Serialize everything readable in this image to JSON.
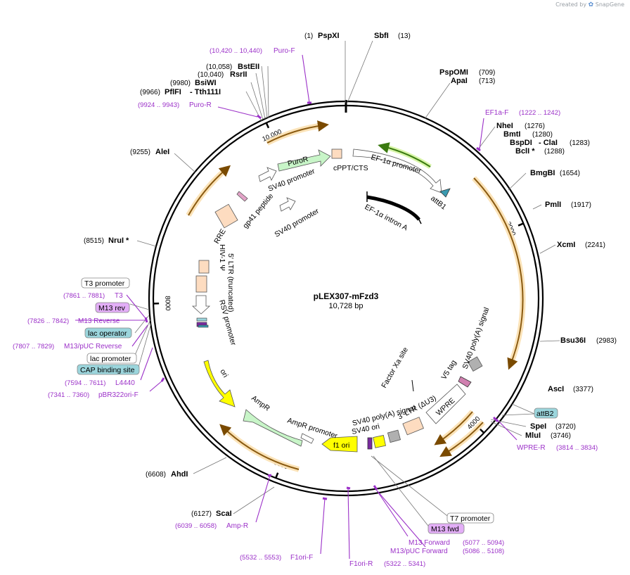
{
  "brand": {
    "created_by": "Created by",
    "name": "SnapGene"
  },
  "plasmid": {
    "name": "pLEX307-mFzd3",
    "size_label": "10,728 bp",
    "length": 10728
  },
  "ticks": [
    {
      "bp": 2000,
      "label": "2000"
    },
    {
      "bp": 4000,
      "label": "4000"
    },
    {
      "bp": 6000,
      "label": "6000"
    },
    {
      "bp": 8000,
      "label": "8000"
    },
    {
      "bp": 10000,
      "label": "10,000"
    }
  ],
  "sites": [
    {
      "id": "pspxi",
      "name": "PspXI",
      "pos": "(1)"
    },
    {
      "id": "sbfi",
      "name": "SbfI",
      "pos": "(13)"
    },
    {
      "id": "pspomi",
      "name": "PspOMI",
      "pos": "(709)"
    },
    {
      "id": "apai",
      "name": "ApaI",
      "pos": "(713)"
    },
    {
      "id": "nhei",
      "name": "NheI",
      "pos": "(1276)"
    },
    {
      "id": "bmti",
      "name": "BmtI",
      "pos": "(1280)"
    },
    {
      "id": "bspdi",
      "name": "BspDI",
      "pos": "(1283)"
    },
    {
      "id": "clai",
      "name": "- ClaI",
      "pos": ""
    },
    {
      "id": "bcli",
      "name": "BclI *",
      "pos": "(1288)"
    },
    {
      "id": "bmgbi",
      "name": "BmgBI",
      "pos": "(1654)"
    },
    {
      "id": "pmli",
      "name": "PmlI",
      "pos": "(1917)"
    },
    {
      "id": "xcmi",
      "name": "XcmI",
      "pos": "(2241)"
    },
    {
      "id": "bsu36i",
      "name": "Bsu36I",
      "pos": "(2983)"
    },
    {
      "id": "asci",
      "name": "AscI",
      "pos": "(3377)"
    },
    {
      "id": "spei",
      "name": "SpeI",
      "pos": "(3720)"
    },
    {
      "id": "mlui",
      "name": "MluI",
      "pos": "(3746)"
    },
    {
      "id": "scai",
      "name": "ScaI",
      "pos": "(6127)"
    },
    {
      "id": "ahdi",
      "name": "AhdI",
      "pos": "(6608)"
    },
    {
      "id": "nrui",
      "name": "NruI *",
      "pos": "(8515)"
    },
    {
      "id": "alei",
      "name": "AleI",
      "pos": "(9255)"
    },
    {
      "id": "pflfi",
      "name": "PflFI",
      "pos": "(9966)"
    },
    {
      "id": "tth111i",
      "name": "- Tth111I",
      "pos": ""
    },
    {
      "id": "bsiwi",
      "name": "BsiWI",
      "pos": "(9980)"
    },
    {
      "id": "rsrii",
      "name": "RsrII",
      "pos": "(10,040)"
    },
    {
      "id": "bsteii",
      "name": "BstEII",
      "pos": "(10,058)"
    }
  ],
  "primers": [
    {
      "id": "puro-f",
      "name": "Puro-F",
      "range": "(10,420 .. 10,440)"
    },
    {
      "id": "puro-r",
      "name": "Puro-R",
      "range": "(9924 .. 9943)"
    },
    {
      "id": "ef1a-f",
      "name": "EF1a-F",
      "range": "(1222 .. 1242)"
    },
    {
      "id": "wpre-r",
      "name": "WPRE-R",
      "range": "(3814 .. 3834)"
    },
    {
      "id": "m13-forward",
      "name": "M13 Forward",
      "range": "(5077 .. 5094)"
    },
    {
      "id": "m13-puc-forward",
      "name": "M13/pUC Forward",
      "range": "(5086 .. 5108)"
    },
    {
      "id": "f1ori-r",
      "name": "F1ori-R",
      "range": "(5322 .. 5341)"
    },
    {
      "id": "f1ori-f",
      "name": "F1ori-F",
      "range": "(5532 .. 5553)"
    },
    {
      "id": "amp-r",
      "name": "Amp-R",
      "range": "(6039 .. 6058)"
    },
    {
      "id": "pbr322ori-f",
      "name": "pBR322ori-F",
      "range": "(7341 .. 7360)"
    },
    {
      "id": "l4440",
      "name": "L4440",
      "range": "(7594 .. 7611)"
    },
    {
      "id": "m13-puc-reverse",
      "name": "M13/pUC Reverse",
      "range": "(7807 .. 7829)"
    },
    {
      "id": "m13-reverse",
      "name": "M13 Reverse",
      "range": "(7826 .. 7842)"
    },
    {
      "id": "t3",
      "name": "T3",
      "range": "(7861 .. 7881)"
    }
  ],
  "boxed_labels": [
    {
      "id": "t3-promoter",
      "text": "T3 promoter",
      "style": "white"
    },
    {
      "id": "m13-rev",
      "text": "M13 rev",
      "style": "purple"
    },
    {
      "id": "lac-operator",
      "text": "lac operator",
      "style": "teal"
    },
    {
      "id": "lac-promoter",
      "text": "lac promoter",
      "style": "white"
    },
    {
      "id": "cap-binding-site",
      "text": "CAP binding site",
      "style": "teal"
    },
    {
      "id": "attb2",
      "text": "attB2",
      "style": "teal"
    },
    {
      "id": "t7-promoter",
      "text": "T7 promoter",
      "style": "white"
    },
    {
      "id": "m13-fwd",
      "text": "M13 fwd",
      "style": "purple"
    }
  ],
  "features": [
    {
      "id": "purор",
      "name": "PuroR"
    },
    {
      "id": "cppt-cts",
      "name": "cPPT/CTS"
    },
    {
      "id": "ef1a-promoter",
      "name": "EF-1α promoter"
    },
    {
      "id": "attb1",
      "name": "attB1"
    },
    {
      "id": "ef1a-intron-a",
      "name": "EF-1α intron A"
    },
    {
      "id": "sv40-promoter-1",
      "name": "SV40 promoter"
    },
    {
      "id": "sv40-promoter-2",
      "name": "SV40 promoter"
    },
    {
      "id": "gp41-peptide",
      "name": "gp41 peptide"
    },
    {
      "id": "rre",
      "name": "RRE"
    },
    {
      "id": "hiv1-psi",
      "name": "HIV-1 Ψ"
    },
    {
      "id": "ltr-truncated",
      "name": "5′ LTR (truncated)"
    },
    {
      "id": "rsv-promoter",
      "name": "RSV promoter"
    },
    {
      "id": "ori",
      "name": "ori"
    },
    {
      "id": "ampr",
      "name": "AmpR"
    },
    {
      "id": "ampr-promoter",
      "name": "AmpR promoter"
    },
    {
      "id": "f1-ori",
      "name": "f1 ori"
    },
    {
      "id": "sv40-ori",
      "name": "SV40 ori"
    },
    {
      "id": "sv40-polya-1",
      "name": "SV40 poly(A) signal"
    },
    {
      "id": "ltr-du3",
      "name": "3′ LTR (ΔU3)"
    },
    {
      "id": "wpre",
      "name": "WPRE"
    },
    {
      "id": "v5-tag",
      "name": "V5 tag"
    },
    {
      "id": "sv40-polya-2",
      "name": "SV40 poly(A) signal"
    },
    {
      "id": "factor-xa",
      "name": "Factor Xa site"
    }
  ],
  "colors": {
    "ring": "#000000",
    "primer": "#9b30c8",
    "orf_fill": "#f0a030",
    "orf_glow": "#fbe3b8",
    "green_feature": "#c8f5c8",
    "yellow_feature": "#ffff00",
    "peach_feature": "#fddcc0",
    "teal_box": "#9bd5dc",
    "purple_box": "#e3aef7"
  }
}
